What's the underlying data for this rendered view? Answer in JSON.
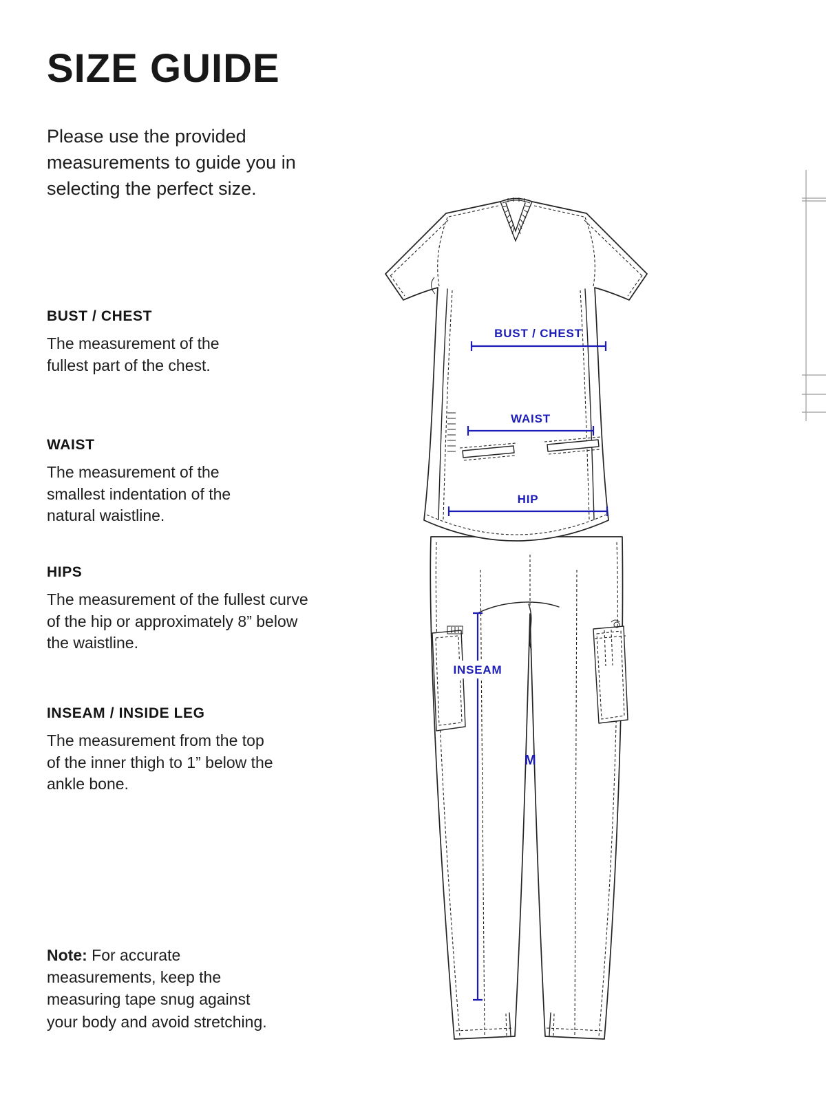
{
  "page": {
    "title": "SIZE GUIDE",
    "intro": "Please use the provided measurements to guide you in selecting the perfect size.",
    "sections": [
      {
        "heading": "BUST / CHEST",
        "body": "The measurement of the fullest part of the chest."
      },
      {
        "heading": "WAIST",
        "body": "The measurement of the smallest indentation of the natural waistline."
      },
      {
        "heading": "HIPS",
        "body": "The measurement of the fullest curve of the hip or approximately 8” below the waistline."
      },
      {
        "heading": "INSEAM / INSIDE LEG",
        "body": "The measurement from the top of the inner thigh to 1” below the ankle bone."
      }
    ],
    "note": {
      "label": "Note:",
      "body": "For accurate measurements, keep the measuring tape snug against your body and avoid stretching."
    }
  },
  "diagram": {
    "labels": {
      "bust": "BUST / CHEST",
      "waist": "WAIST",
      "hip": "HIP",
      "inseam": "INSEAM",
      "size": "M"
    },
    "colors": {
      "annotation": "#1b1bb8",
      "line": "#232323"
    }
  }
}
